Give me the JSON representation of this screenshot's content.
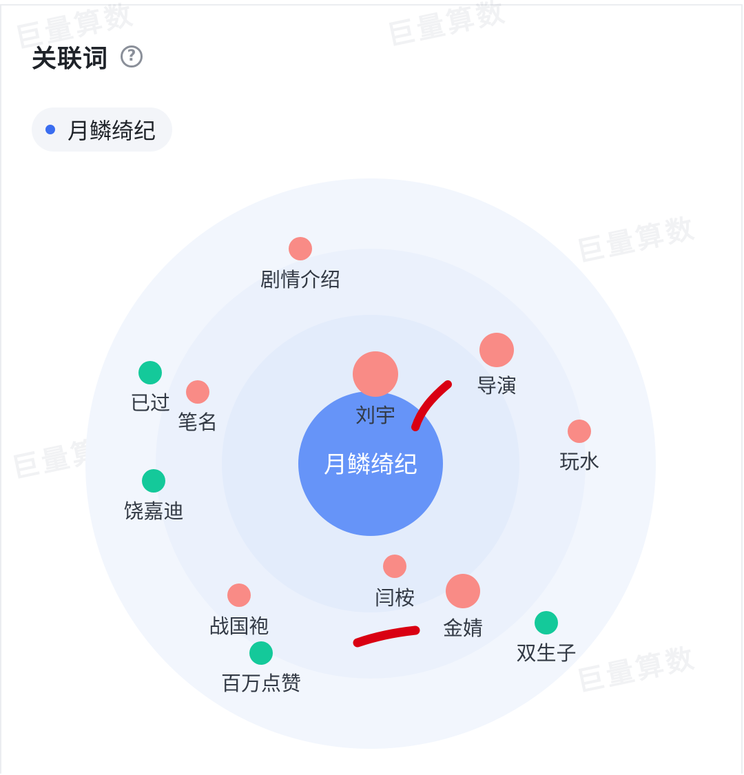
{
  "header": {
    "title": "关联词",
    "help_glyph": "?"
  },
  "legend": {
    "label": "月鳞绮纪",
    "dot_color": "#3a6df0"
  },
  "watermark": {
    "text": "巨量算数"
  },
  "colors": {
    "center": "#6694f8",
    "related_red": "#f98b86",
    "related_green": "#14c99a",
    "ring_outer": "#f2f6fd",
    "ring_middle": "#ebf1fc",
    "ring_inner": "#e3ecfb",
    "annotation": "#d90012"
  },
  "center_node": {
    "label": "月鳞绮纪"
  },
  "nodes": [
    {
      "label": "剧情介绍",
      "color": "red",
      "size": "small"
    },
    {
      "label": "导演",
      "color": "red",
      "size": "medium"
    },
    {
      "label": "刘宇",
      "color": "red",
      "size": "large"
    },
    {
      "label": "已过",
      "color": "green",
      "size": "small"
    },
    {
      "label": "笔名",
      "color": "red",
      "size": "small"
    },
    {
      "label": "玩水",
      "color": "red",
      "size": "small"
    },
    {
      "label": "饶嘉迪",
      "color": "green",
      "size": "small"
    },
    {
      "label": "闫桉",
      "color": "red",
      "size": "small"
    },
    {
      "label": "金婧",
      "color": "red",
      "size": "medium"
    },
    {
      "label": "战国袍",
      "color": "red",
      "size": "small"
    },
    {
      "label": "双生子",
      "color": "green",
      "size": "small"
    },
    {
      "label": "百万点赞",
      "color": "green",
      "size": "small"
    }
  ]
}
